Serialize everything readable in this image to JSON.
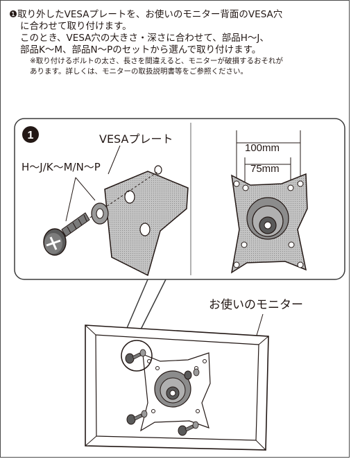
{
  "instructions": {
    "step_marker": "❶",
    "line1": "取り外したVESAプレートを、お使いのモニター背面のVESA穴",
    "line2": "に合わせて取り付けます。",
    "line3": "このとき、VESA穴の大きさ・深さに合わせて、部品H〜J、",
    "line4": "部品K〜M、部品N〜Pのセットから選んで取り付けます。",
    "note1": "※取り付けるボルトの太さ、長さを間違えると、モニターが破損するおそれが",
    "note2": "あります。詳しくは、モニターの取扱説明書等をご参照ください。"
  },
  "diagram": {
    "step_marker": "❶",
    "vesa_plate_label": "VESAプレート",
    "parts_label": "H〜J/K〜M/N〜P",
    "dim_outer": "100mm",
    "dim_inner": "75mm",
    "monitor_label": "お使いのモニター"
  }
}
